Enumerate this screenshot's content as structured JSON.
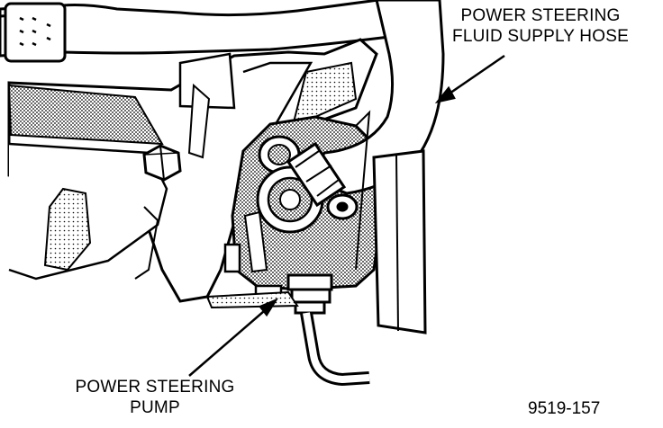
{
  "diagram": {
    "labels": {
      "hose": [
        "POWER STEERING",
        "FLUID SUPPLY HOSE"
      ],
      "pump": [
        "POWER STEERING",
        "PUMP"
      ]
    },
    "figure_id": "9519-157",
    "colors": {
      "ink": "#000000",
      "paper": "#ffffff",
      "shade": "#9a9a9a"
    }
  }
}
